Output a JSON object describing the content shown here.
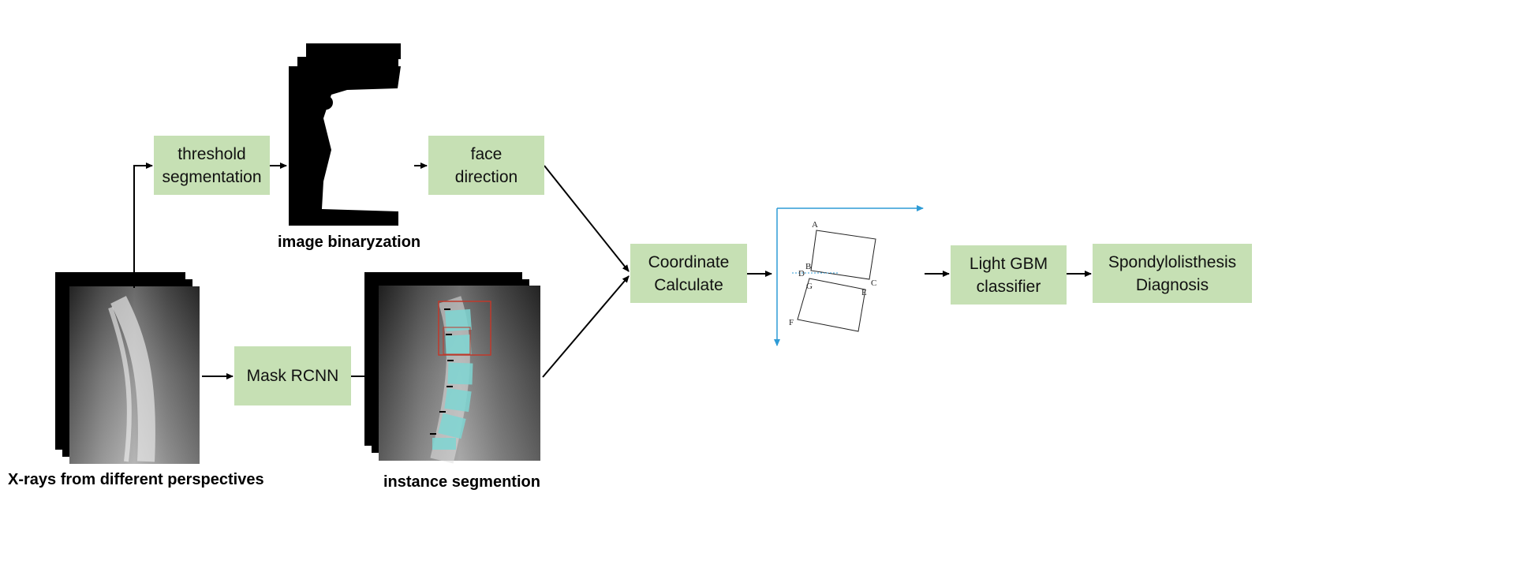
{
  "nodes": {
    "threshold": "threshold\nsegmentation",
    "face": "face\ndirection",
    "mask": "Mask RCNN",
    "coord": "Coordinate\nCalculate",
    "lgbm": "Light GBM\nclassifier",
    "diag": "Spondylolisthesis\nDiagnosis"
  },
  "captions": {
    "xrays": "X-rays from different perspectives",
    "binary": "image binaryzation",
    "instance": "instance segmention"
  },
  "point_labels": [
    "A",
    "B",
    "C",
    "D",
    "E",
    "F",
    "G"
  ],
  "colors": {
    "box_fill": "#c6e0b4",
    "arrow": "#000000",
    "axis": "#2e9bd6",
    "mask_overlay": "#7fd6d3",
    "bbox": "#c0392b"
  }
}
